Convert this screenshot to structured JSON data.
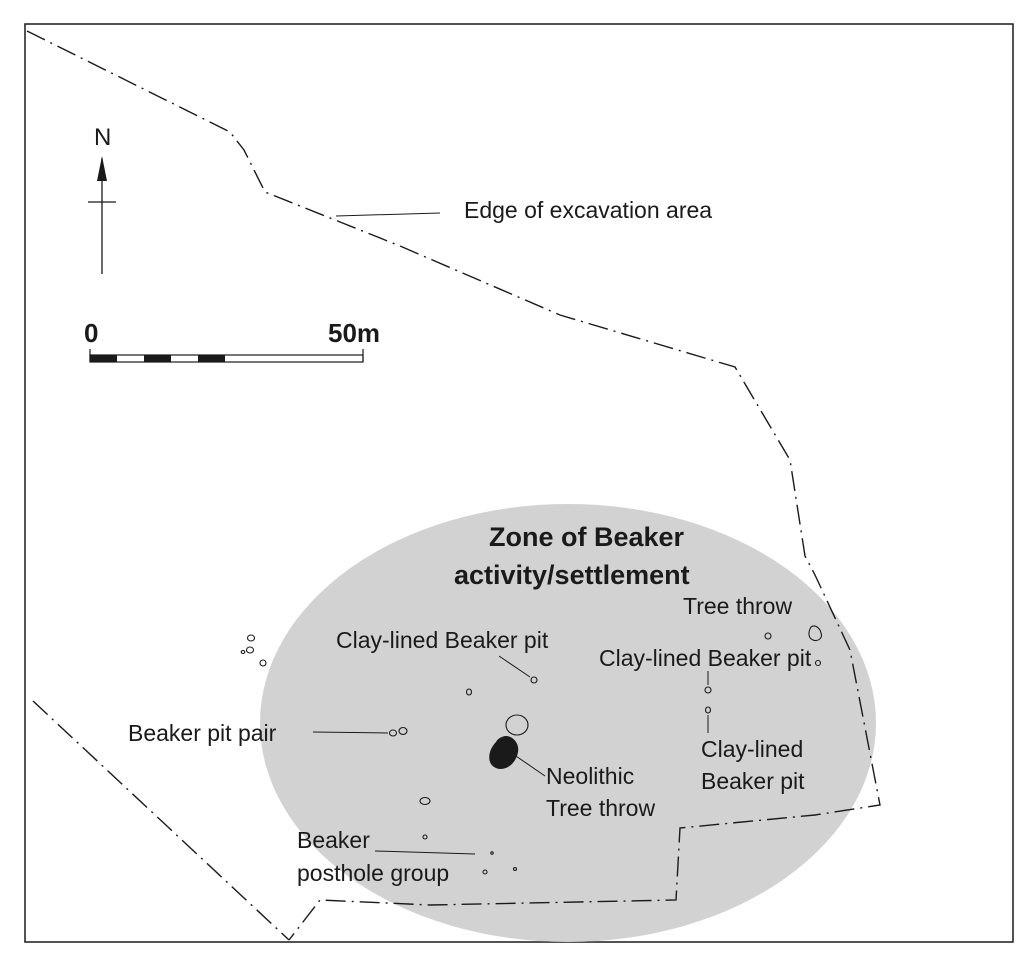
{
  "north_label": "N",
  "scale": {
    "start": "0",
    "end": "50m"
  },
  "zone_title": [
    "Zone of Beaker",
    "activity/settlement"
  ],
  "labels": {
    "edge": "Edge of excavation area",
    "tree_throw": "Tree throw",
    "clay_pit_north": "Clay-lined Beaker pit",
    "clay_pit_east": "Clay-lined Beaker pit",
    "clay_pit_se": [
      "Clay-lined",
      "Beaker pit"
    ],
    "pit_pair": "Beaker pit pair",
    "neolithic": [
      "Neolithic",
      "Tree throw"
    ],
    "posthole": [
      "Beaker",
      "posthole group"
    ]
  },
  "colors": {
    "zone_fill": "#d2d2d2",
    "ink": "#1a1a1a",
    "frame": "#1a1a1a"
  }
}
